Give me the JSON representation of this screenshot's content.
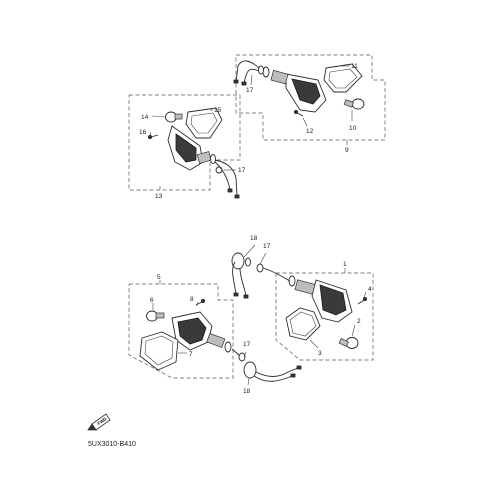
{
  "diagram": {
    "callouts": {
      "c1": "1",
      "c2": "2",
      "c3": "3",
      "c4": "4",
      "c5": "5",
      "c6": "6",
      "c7": "7",
      "c8": "8",
      "c9": "9",
      "c10": "10",
      "c11": "11",
      "c12": "12",
      "c13": "13",
      "c14": "14",
      "c15": "15",
      "c16": "16",
      "c17a": "17",
      "c17b": "17",
      "c17c": "17",
      "c17d": "17",
      "c18a": "18",
      "c18b": "18"
    },
    "front_arrow_label": "FWD",
    "drawing_code": "5UX3010-B410"
  }
}
